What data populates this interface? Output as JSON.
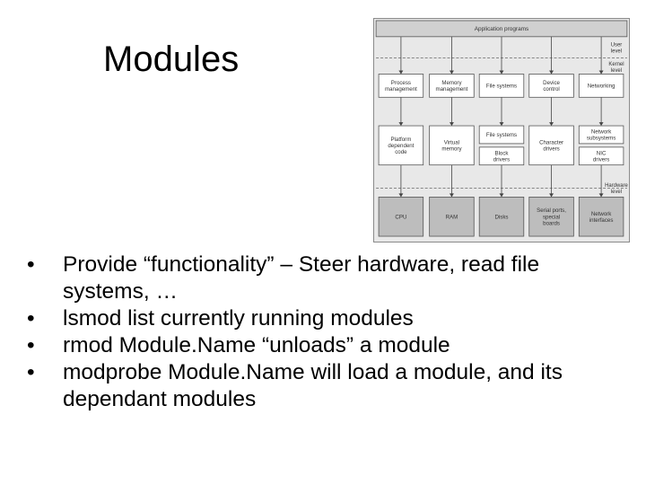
{
  "slide": {
    "title": "Modules",
    "bullets": [
      {
        "bullet_char": "•",
        "text": "Provide “functionality” – Steer hardware, read file systems, …"
      },
      {
        "bullet_char": "•",
        "text": "lsmod list currently running modules"
      },
      {
        "bullet_char": "•",
        "text": "rmod Module.Name “unloads” a module"
      },
      {
        "bullet_char": "•",
        "text": "modprobe Module.Name will load a module, and its dependant modules"
      }
    ]
  },
  "diagram": {
    "top_bar": "Application programs",
    "levels": {
      "user": [
        "User",
        "level"
      ],
      "kernel": [
        "Kernel",
        "level"
      ],
      "hardware": [
        "Hardware",
        "level"
      ]
    },
    "row1": [
      [
        "Process",
        "management"
      ],
      [
        "Memory",
        "management"
      ],
      [
        "File systems"
      ],
      [
        "Device",
        "control"
      ],
      [
        "Networking"
      ]
    ],
    "row2": {
      "platform": [
        "Platform",
        "dependent",
        "code"
      ],
      "virtual_memory": [
        "Virtual",
        "memory"
      ],
      "file_systems": [
        "File systems"
      ],
      "block_drivers": [
        "Block",
        "drivers"
      ],
      "character_drivers": [
        "Character",
        "drivers"
      ],
      "network_subsystems": [
        "Network",
        "subsystems"
      ],
      "nic_drivers": [
        "NIC",
        "drivers"
      ]
    },
    "hardware": [
      [
        "CPU"
      ],
      [
        "RAM"
      ],
      [
        "Disks"
      ],
      [
        "Serial ports,",
        "special",
        "boards"
      ],
      [
        "Network",
        "interfaces"
      ]
    ],
    "colors": {
      "panel_bg": "#e8e8e8",
      "box_fill": "#ffffff",
      "hw_fill": "#bdbdbd",
      "top_bar_fill": "#d0d0d0",
      "stroke": "#555555"
    }
  }
}
